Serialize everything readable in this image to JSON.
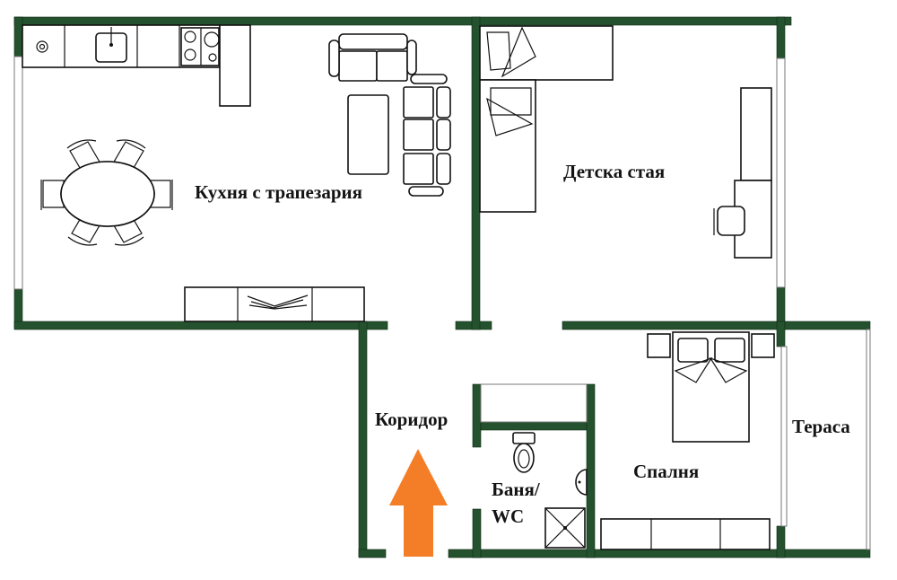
{
  "floor_plan": {
    "rooms": [
      {
        "id": "kitchen",
        "label": "Кухня с трапезария"
      },
      {
        "id": "kids_room",
        "label": "Детска стая"
      },
      {
        "id": "corridor",
        "label": "Коридор"
      },
      {
        "id": "bathroom",
        "label_line1": "Баня/",
        "label_line2": "WC"
      },
      {
        "id": "bedroom",
        "label": "Спалня"
      },
      {
        "id": "terrace",
        "label": "Тераса"
      }
    ],
    "entrance_arrow": {
      "direction": "up",
      "color": "#f47e27"
    },
    "wall_color": "#25522e"
  }
}
